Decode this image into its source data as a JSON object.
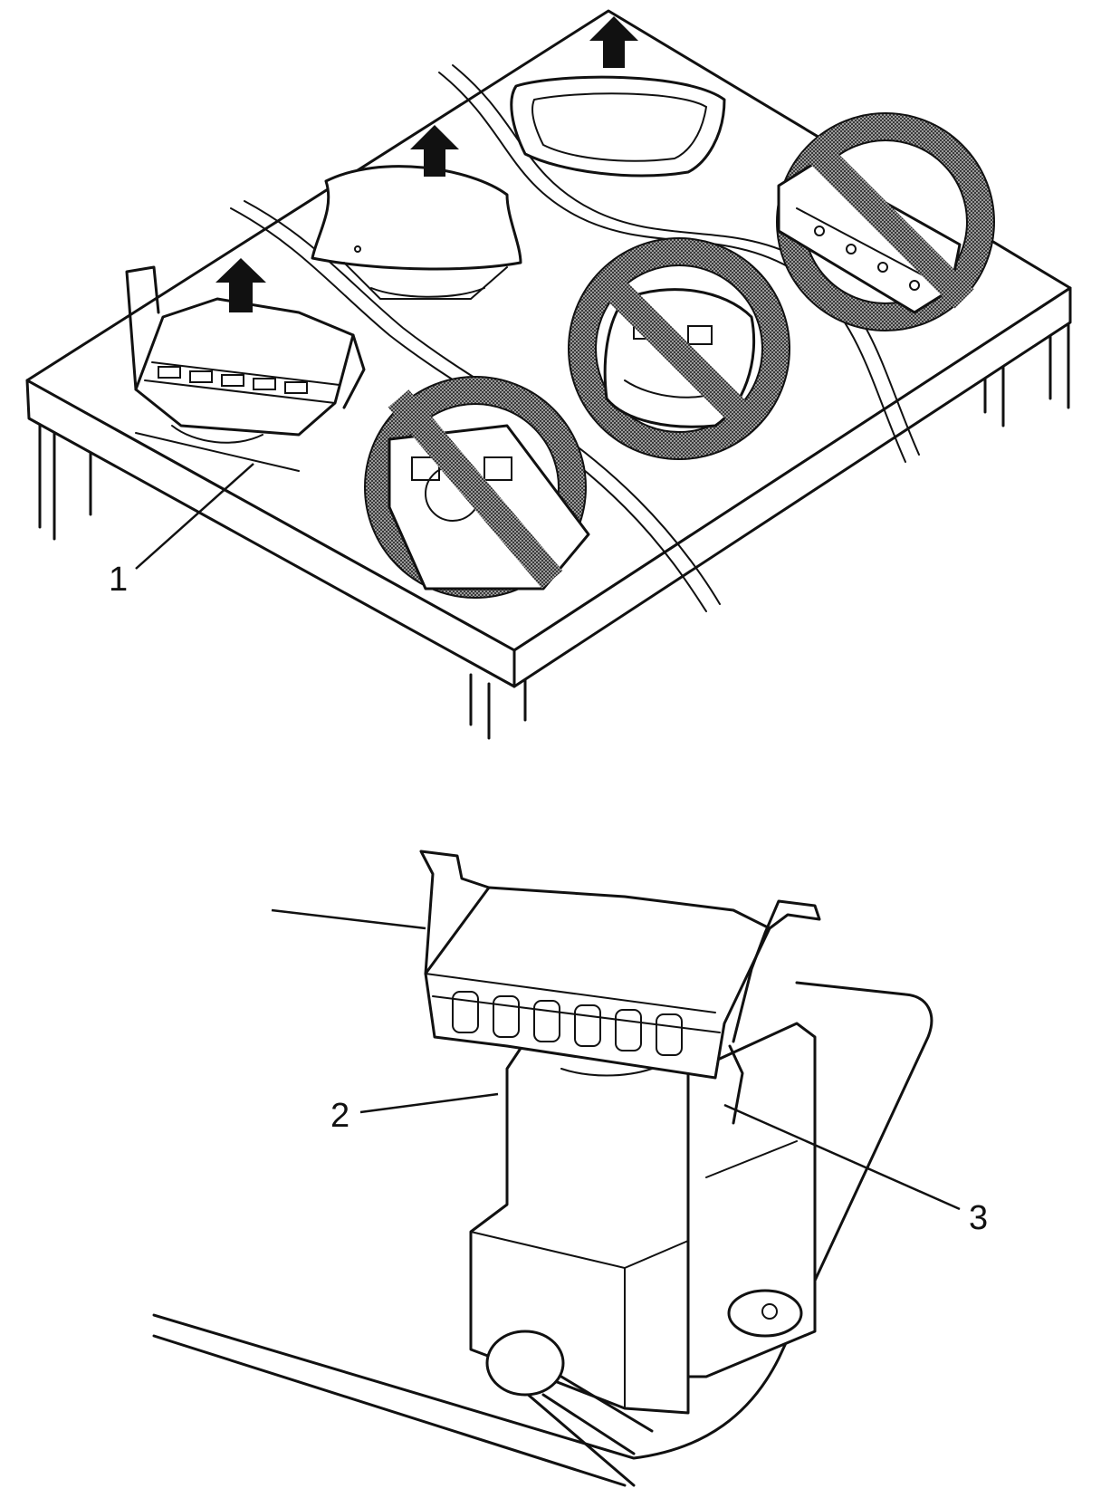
{
  "callouts": {
    "one": "1",
    "two": "2",
    "three": "3"
  },
  "colors": {
    "ink": "#111111",
    "prohibition_gray": "#6e6e6e",
    "background": "#ffffff"
  },
  "icons": {
    "arrow": "up-arrow-icon",
    "prohibited": "no-symbol-icon"
  }
}
